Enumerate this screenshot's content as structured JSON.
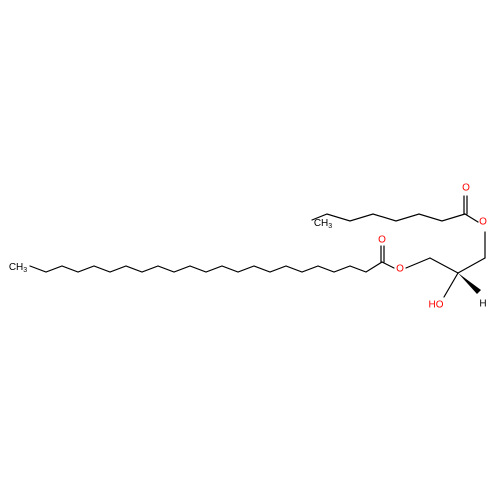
{
  "molecule": {
    "labels": {
      "ch3_left": "CH",
      "ch3_left_sub": "3",
      "ch3_top": "CH",
      "ch3_top_sub": "3",
      "o_ester_left": "O",
      "o_carbonyl_left": "O",
      "o_ester_right": "O",
      "o_carbonyl_top": "O",
      "hydroxyl": "HO",
      "stereo_h": "H"
    },
    "colors": {
      "bond": "#000000",
      "oxygen": "#ff0000",
      "carbon_label": "#000000"
    }
  }
}
